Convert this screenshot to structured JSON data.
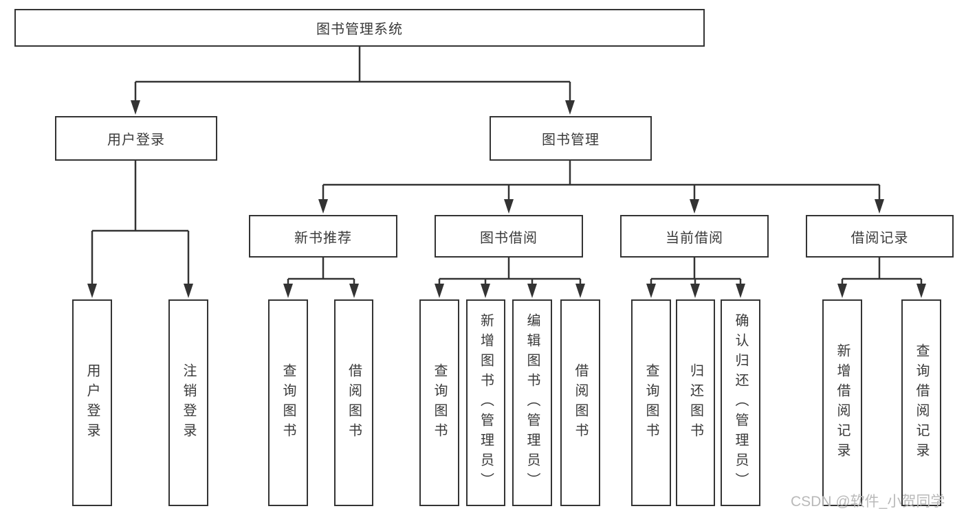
{
  "title": {
    "label": "图书管理系统"
  },
  "branches": [
    {
      "label": "用户登录",
      "children": [
        {
          "label": "用户登录"
        },
        {
          "label": "注销登录"
        }
      ]
    },
    {
      "label": "图书管理",
      "children": [
        {
          "label": "新书推荐",
          "children": [
            {
              "label": "查询图书"
            },
            {
              "label": "借阅图书"
            }
          ]
        },
        {
          "label": "图书借阅",
          "children": [
            {
              "label": "查询图书"
            },
            {
              "label": "新增图书（管理员）"
            },
            {
              "label": "编辑图书（管理员）"
            },
            {
              "label": "借阅图书"
            }
          ]
        },
        {
          "label": "当前借阅",
          "children": [
            {
              "label": "查询图书"
            },
            {
              "label": "归还图书"
            },
            {
              "label": "确认归还（管理员）"
            }
          ]
        },
        {
          "label": "借阅记录",
          "children": [
            {
              "label": "新增借阅记录"
            },
            {
              "label": "查询借阅记录"
            }
          ]
        }
      ]
    }
  ],
  "watermark": {
    "text": "CSDN @软件_小贺同学"
  },
  "colors": {
    "line": "#333333",
    "box_border": "#333333",
    "text": "#3a3a3a",
    "background": "#ffffff",
    "watermark": "#b9b9b9"
  }
}
